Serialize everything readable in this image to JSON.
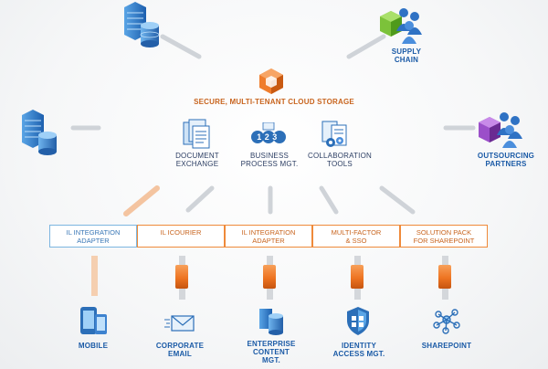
{
  "center": {
    "title": "SECURE, MULTI-TENANT CLOUD STORAGE"
  },
  "partners": {
    "supply_chain": {
      "line1": "SUPPLY",
      "line2": "CHAIN"
    },
    "outsourcing": {
      "line1": "OUTSOURCING",
      "line2": "PARTNERS"
    }
  },
  "services": [
    {
      "line1": "DOCUMENT",
      "line2": "EXCHANGE"
    },
    {
      "line1": "BUSINESS",
      "line2": "PROCESS MGT."
    },
    {
      "line1": "COLLABORATION",
      "line2": "TOOLS"
    }
  ],
  "process_badge": "123",
  "adapters": [
    {
      "line1": "IL INTEGRATION",
      "line2": "ADAPTER"
    },
    {
      "line1": "IL ICOURIER",
      "line2": ""
    },
    {
      "line1": "IL INTEGRATION",
      "line2": "ADAPTER"
    },
    {
      "line1": "MULTI-FACTOR",
      "line2": "& SSO"
    },
    {
      "line1": "SOLUTION PACK",
      "line2": "FOR SHAREPOINT"
    }
  ],
  "endpoints": [
    {
      "line1": "MOBILE",
      "line2": "",
      "line3": ""
    },
    {
      "line1": "CORPORATE",
      "line2": "EMAIL",
      "line3": ""
    },
    {
      "line1": "ENTERPRISE",
      "line2": "CONTENT",
      "line3": "MGT."
    },
    {
      "line1": "IDENTITY",
      "line2": "ACCESS MGT.",
      "line3": ""
    },
    {
      "line1": "SHAREPOINT",
      "line2": "",
      "line3": ""
    }
  ],
  "colors": {
    "orange": "#ef7d2c",
    "blue_text": "#1a5aa6",
    "purple": "#8a3fb8",
    "green": "#7cc23a"
  }
}
